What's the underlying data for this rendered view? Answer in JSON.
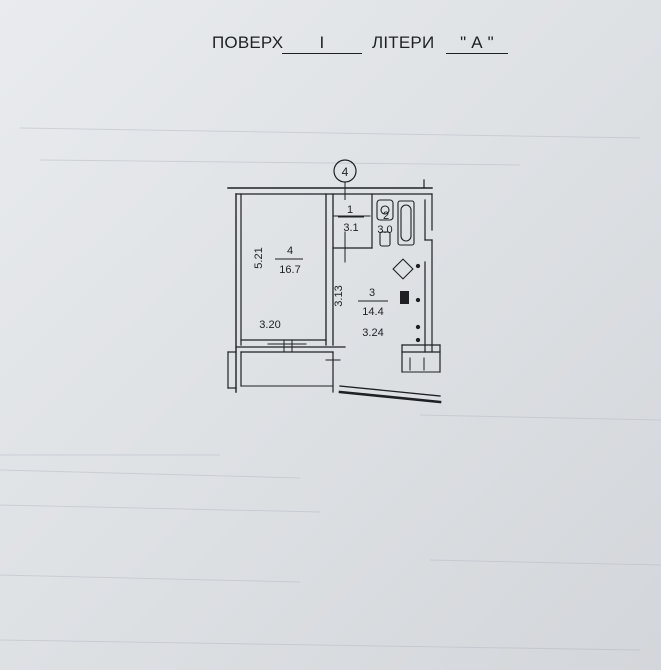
{
  "header": {
    "floor_label": "ПОВЕРХ",
    "floor_value": "I",
    "letter_label": "ЛІТЕРИ",
    "letter_value": "\"  А  \""
  },
  "plan": {
    "axis_marker": "4",
    "rooms": [
      {
        "number": "1",
        "area": "3.1"
      },
      {
        "number": "2",
        "area": "3.0"
      },
      {
        "number": "3",
        "area": "14.4"
      },
      {
        "number": "4",
        "area": "16.7"
      }
    ],
    "dimensions": [
      "5.21",
      "3.20",
      "3.13",
      "3.24"
    ]
  },
  "colors": {
    "paper": "#e3e6e9",
    "ink": "#1e2024",
    "faded_ink": "#9aa0a8"
  }
}
